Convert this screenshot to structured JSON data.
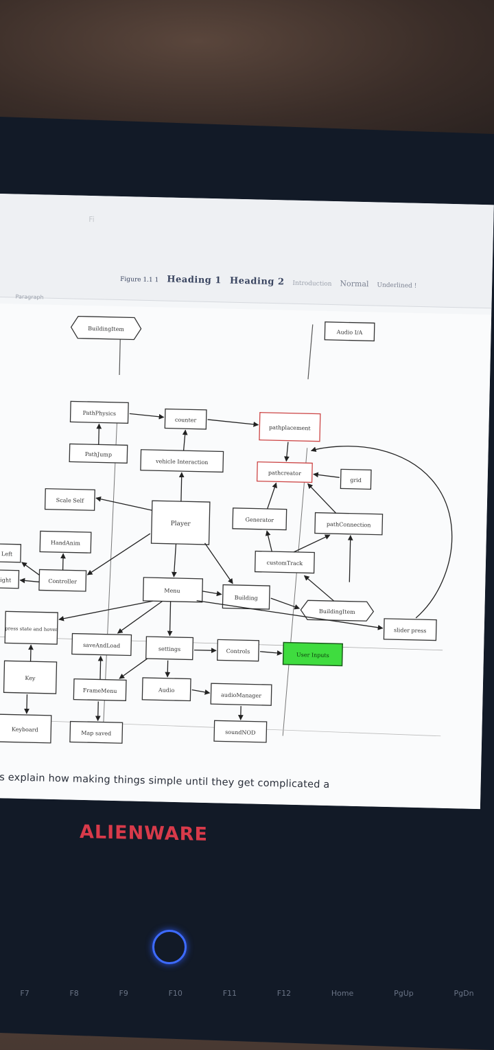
{
  "ribbon": {
    "tab_text": "Fi",
    "styles": [
      "Figure 1.1 1",
      "Heading 1",
      "Heading 2",
      "Introduction",
      "Normal",
      "Underlined !"
    ],
    "paragraph_label": "Paragraph"
  },
  "diagram": {
    "nodes": {
      "building_item_top": "BuildingItem",
      "audio": "Audio I/A",
      "path_physics": "PathPhysics",
      "counter": "counter",
      "path_placement": "pathplacement",
      "path_jump": "PathJump",
      "vehicle_interaction": "vehicle Interaction",
      "path_creator": "pathcreator",
      "grid": "grid",
      "scale_self": "Scale Self",
      "player": "Player",
      "generator": "Generator",
      "path_connection": "pathConnection",
      "hand_anim": "HandAnim",
      "left": "Left",
      "custom_track": "customTrack",
      "right": "Right",
      "controller": "Controller",
      "menu": "Menu",
      "building": "Building",
      "building_item": "BuildingItem",
      "slider_press": "slider press",
      "press_and_hover": "press state and hover",
      "save_and_load": "saveAndLoad",
      "settings": "settings",
      "controls": "Controls",
      "user_inputs": "User Inputs",
      "key": "Key",
      "frame_menu": "FrameMenu",
      "audio_node": "Audio",
      "audio_manager": "audioManager",
      "keyboard": "Keyboard",
      "map_saved": "Map saved",
      "sound_nodes": "soundNOD"
    }
  },
  "caption": "aps explain how making things simple until they get complicated a",
  "brand": "ALIENWARE",
  "keys": [
    "F7",
    "F8",
    "F9",
    "F10",
    "F11",
    "F12",
    "Home",
    "PgUp",
    "PgDn"
  ],
  "colors": {
    "highlight_node": "#3fdc3f",
    "brand_red": "#d83a4a",
    "power_blue": "#3d6bff"
  }
}
